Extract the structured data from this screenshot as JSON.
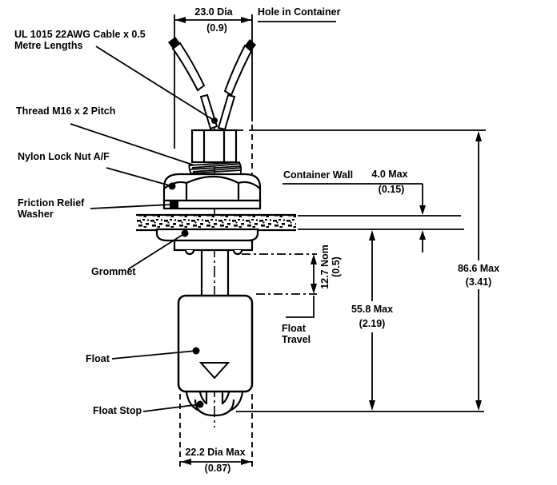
{
  "labels": {
    "cable_line1": "UL 1015 22AWG Cable x 0.5",
    "cable_line2": "Metre Lengths",
    "thread": "Thread M16 x 2 Pitch",
    "lock_nut": "Nylon Lock Nut A/F",
    "washer_line1": "Friction Relief",
    "washer_line2": "Washer",
    "grommet": "Grommet",
    "float": "Float",
    "float_stop": "Float Stop",
    "hole_in_container": "Hole in Container",
    "container_wall": "Container Wall",
    "float_travel_line1": "Float",
    "float_travel_line2": "Travel"
  },
  "dimensions": {
    "hole_dia": {
      "mm": "23.0 Dia",
      "inch": "(0.9)"
    },
    "wall_thickness": {
      "mm": "4.0 Max",
      "inch": "(0.15)"
    },
    "float_travel": {
      "mm": "12.7 Nom",
      "inch": "(0.5)"
    },
    "wall_to_float_stop": {
      "mm": "55.8 Max",
      "inch": "(2.19)"
    },
    "overall_length": {
      "mm": "86.6 Max",
      "inch": "(3.41)"
    },
    "float_dia": {
      "mm": "22.2 Dia Max",
      "inch": "(0.87)"
    }
  },
  "colors": {
    "line": "#000000",
    "background": "#ffffff"
  }
}
